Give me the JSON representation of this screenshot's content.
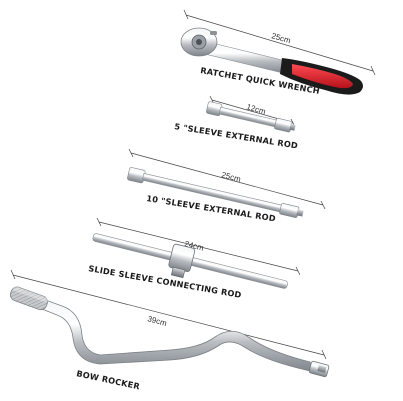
{
  "tools": [
    {
      "name": "RATCHET QUICK WRENCH",
      "length": "25cm"
    },
    {
      "name": "5 \"SLEEVE EXTERNAL ROD",
      "length": "12cm"
    },
    {
      "name": "10 \"SLEEVE EXTERNAL ROD",
      "length": "25cm"
    },
    {
      "name": "SLIDE SLEEVE CONNECTING ROD",
      "length": "24cm"
    },
    {
      "name": "BOW ROCKER",
      "length": "39cm"
    }
  ],
  "colors": {
    "background": "#ffffff",
    "metal": "#c9ccd0",
    "grip_red": "#e01f2a",
    "grip_black": "#1b1b1b"
  }
}
